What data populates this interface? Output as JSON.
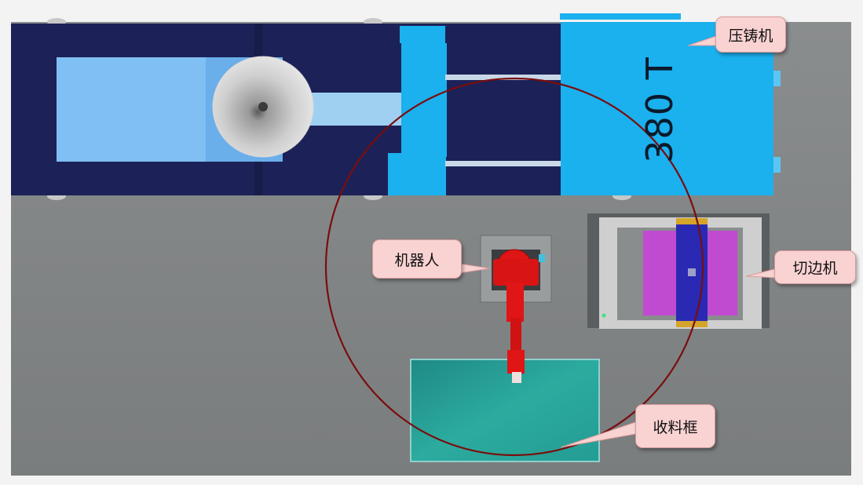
{
  "labels": {
    "die_casting_machine": "压铸机",
    "robot": "机器人",
    "trimming_machine": "切边机",
    "collection_bin": "收料框"
  },
  "machine": {
    "tonnage_text": "380 T"
  },
  "colors": {
    "floor": "#7c7f80",
    "machine_body": "#1bb0ee",
    "machine_base": "#1c2257",
    "robot": "#e01515",
    "reach_circle": "#7a0d0d",
    "bin": "#2aa29a",
    "trim_die": "#c04bd0",
    "trim_platen": "#2929b3",
    "callout": "#f9d2d2"
  },
  "icons": {
    "robot": "industrial-robot-arm-icon",
    "hopper": "funnel-hopper-icon"
  }
}
